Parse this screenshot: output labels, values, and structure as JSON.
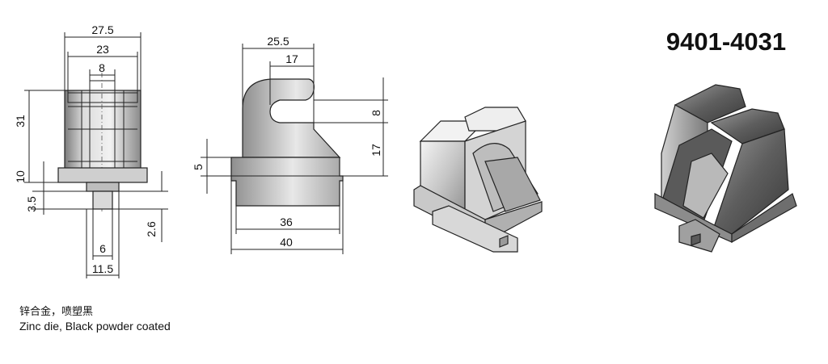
{
  "part_number": "9401-4031",
  "material_cn": "锌合金，喷塑黑",
  "material_en": "Zinc die, Black powder coated",
  "front_view": {
    "dims": {
      "overall_width": "27.5",
      "inner_width": "23",
      "slot_width": "8",
      "body_height": "31",
      "flange_height": "10",
      "step_height": "3.5",
      "stem_width": "6",
      "neck_width": "11.5",
      "neck_height": "2.6"
    }
  },
  "side_view": {
    "dims": {
      "top_width": "25.5",
      "hook_width": "17",
      "slot_height": "8",
      "hook_height": "17",
      "base_step": "5",
      "base_inner": "36",
      "base_length": "40"
    }
  },
  "colors": {
    "line": "#222222",
    "metal_light": "#e6e6e6",
    "metal_mid": "#b8b8b8",
    "metal_dark": "#6a6a6a"
  }
}
